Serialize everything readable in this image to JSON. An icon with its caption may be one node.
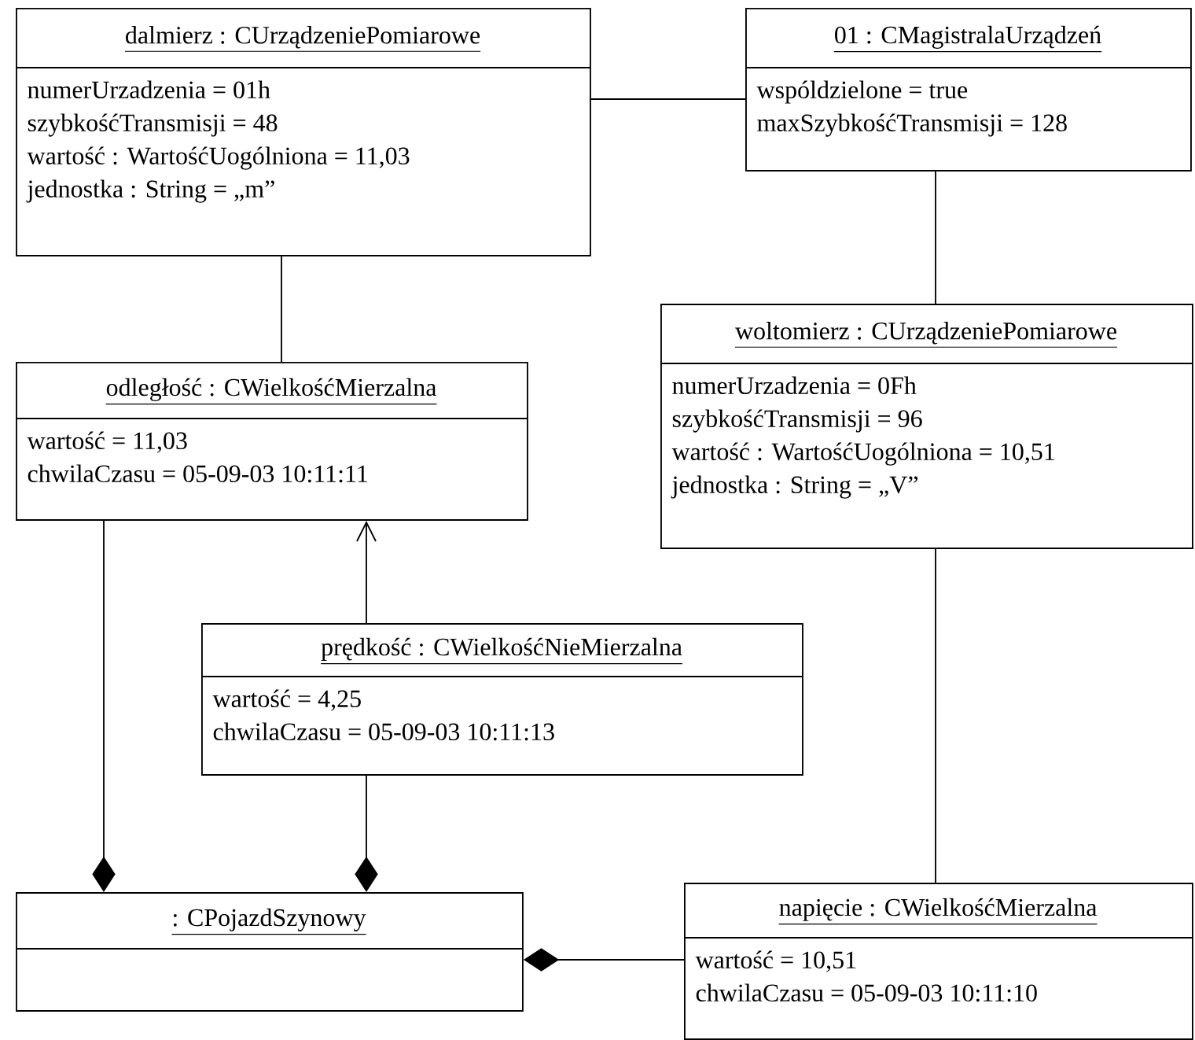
{
  "diagram": {
    "nodes": [
      {
        "text": [
          "dalmierz : CUrządzeniePomiarowe",
          "numerUrzadzenia = 01h",
          "szybkośćTransmisji = 48",
          "wartość : WartośćUogólniona = 11,03",
          "jednostka : String = „m”"
        ]
      },
      {
        "text": [
          "01 : CMagistralaUrządzeń",
          "wspóldzielone = true",
          "maxSzybkośćTransmisji = 128"
        ]
      },
      {
        "text": [
          "odległość : CWielkośćMierzalna",
          "wartość = 11,03",
          "chwilaCzasu = 05-09-03 10:11:11"
        ]
      },
      {
        "text": [
          "woltomierz : CUrządzeniePomiarowe",
          "numerUrzadzenia = 0Fh",
          "szybkośćTransmisji = 96",
          "wartość : WartośćUogólniona = 10,51",
          "jednostka : String = „V”"
        ]
      },
      {
        "text": [
          "prędkość : CWielkośćNieMierzalna",
          "wartość = 4,25",
          "chwilaCzasu = 05-09-03 10:11:13"
        ]
      },
      {
        "text": [
          ": CPojazdSzynowy"
        ]
      },
      {
        "text": [
          "napięcie : CWielkośćMierzalna",
          "wartość = 10,51",
          "chwilaCzasu = 05-09-03 10:11:10"
        ]
      }
    ],
    "edges": [
      {
        "from": 0,
        "to": 1,
        "arrow": "none"
      },
      {
        "from": 0,
        "to": 2,
        "arrow": "none"
      },
      {
        "from": 1,
        "to": 3,
        "arrow": "none"
      },
      {
        "from": 4,
        "to": 2,
        "arrow": "to"
      },
      {
        "from": 2,
        "to": 5,
        "arrow": "other"
      },
      {
        "from": 4,
        "to": 5,
        "arrow": "other"
      },
      {
        "from": 3,
        "to": 6,
        "arrow": "none"
      },
      {
        "from": 6,
        "to": 5,
        "arrow": "other"
      }
    ]
  }
}
